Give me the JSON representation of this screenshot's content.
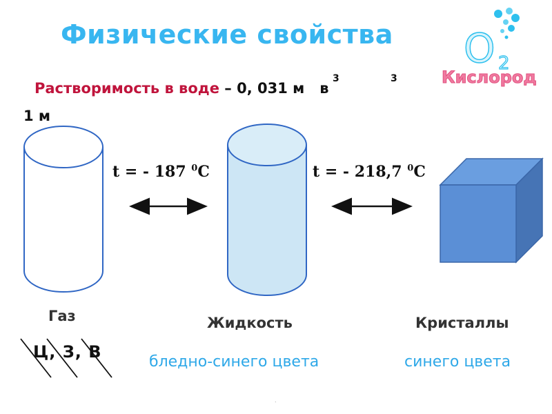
{
  "title": "Физические свойства",
  "solubility": {
    "label": "Растворимость в воде",
    "rest": " – 0, 031 м",
    "unit_b": "в",
    "sup1": "3",
    "sup2": "3",
    "line2": "1 м"
  },
  "transitions": {
    "gas_liquid": "t = - 187 ",
    "gas_liquid_deg": "0",
    "gas_liquid_unit": "С",
    "liquid_solid": "t = - 218,7 ",
    "liquid_solid_deg": "0",
    "liquid_solid_unit": "С"
  },
  "states": {
    "gas": "Газ",
    "liquid": "Жидкость",
    "solid": "Кристаллы"
  },
  "colors_text": {
    "liquid": "бледно-синего цвета",
    "solid": "синего цвета"
  },
  "gas_props": "Ц, З, В",
  "logo": {
    "formula": "O",
    "subscript": "2",
    "name": "Кислород"
  },
  "footer_dot": ".",
  "palette": {
    "title": "#38b6f0",
    "outline": "#2f66c4",
    "liquid_fill": "#cde6f5",
    "cube_front": "#5b8fd6",
    "cube_side": "#4674b5",
    "cube_top": "#6a9ee0",
    "accent_text": "#2ea8e8"
  }
}
